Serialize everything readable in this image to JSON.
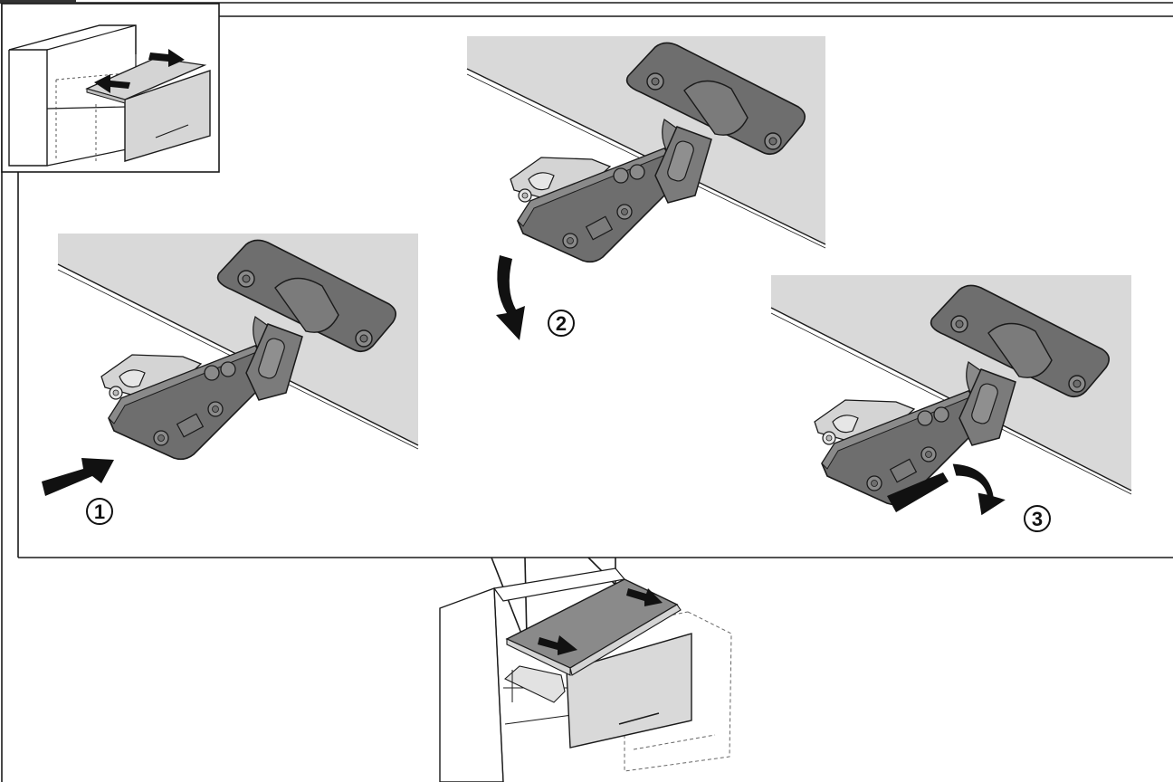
{
  "steps": [
    {
      "number": "1",
      "action": "push-hinge-arm"
    },
    {
      "number": "2",
      "action": "rotate-hinge-down"
    },
    {
      "number": "3",
      "action": "release-hinge-lever"
    }
  ],
  "colors": {
    "panel_grey": "#d9d9d9",
    "hinge_dark": "#6e6e6e",
    "hinge_mid": "#8a8a8a",
    "plate_light": "#d4d4d4",
    "outline": "#1a1a1a",
    "arrow": "#111111"
  },
  "icons": {
    "cabinet_top": "cabinet-drawer-top-icon",
    "cabinet_bottom": "cabinet-flap-bottom-icon",
    "hinge": "concealed-hinge-icon",
    "arrow": "direction-arrow-icon"
  }
}
